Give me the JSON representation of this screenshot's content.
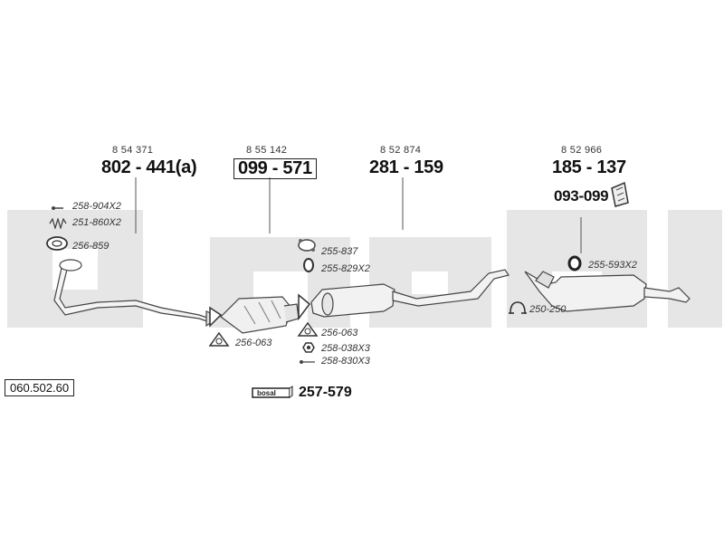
{
  "catalog_number": "060.502.60",
  "bosal_logo_text": "bosal",
  "sections": [
    {
      "ref": "8 54 371",
      "part": "802 - 441(a)",
      "boxed": false
    },
    {
      "ref": "8 55 142",
      "part": "099 - 571",
      "boxed": true
    },
    {
      "ref": "8 52 874",
      "part": "281 - 159",
      "boxed": false
    },
    {
      "ref": "8 52 966",
      "part": "185 - 137",
      "boxed": false
    }
  ],
  "extra_part": "093-099",
  "mounting_kit": "257-579",
  "sub_parts": {
    "spring_bolt": "258-904X2",
    "spring": "251-860X2",
    "ring_gasket": "256-859",
    "gasket_front": "256-063",
    "gasket_rear": "256-063",
    "clamp_upper": "255-837",
    "rubber_mount": "255-829X2",
    "nut": "258-038X3",
    "bolt": "258-830X3",
    "rear_mount": "255-593X2",
    "rear_clamp": "250-250"
  }
}
